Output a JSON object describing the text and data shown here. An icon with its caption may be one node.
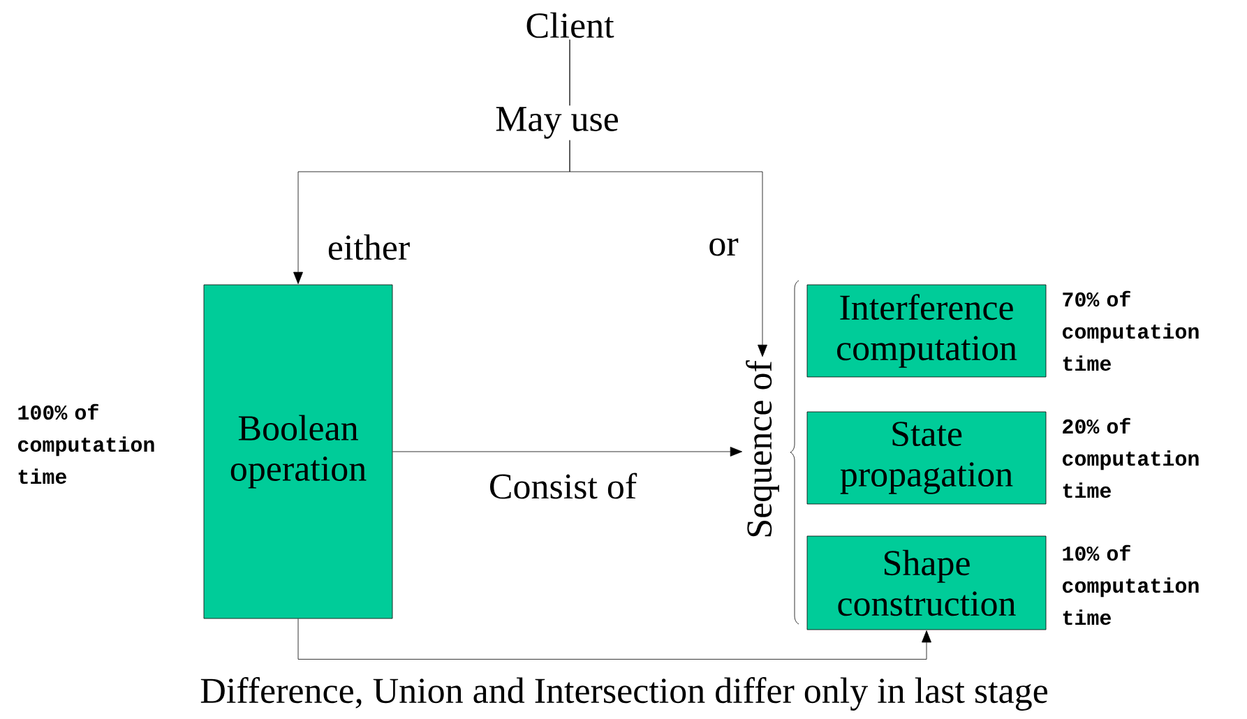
{
  "diagram": {
    "caption": "Difference, Union and Intersection differ only in last stage",
    "nodes": [
      {
        "text": [
          "Client"
        ]
      },
      {
        "text": [
          "Boolean operation"
        ],
        "beside": [
          "100% of computation time"
        ]
      },
      {
        "text": [
          "Sequence of"
        ]
      },
      {
        "text": [
          "Interference computation"
        ],
        "beside": [
          "70% of computation time"
        ]
      },
      {
        "text": [
          "State propagation"
        ],
        "beside": [
          "20% of computation time"
        ]
      },
      {
        "text": [
          "Shape construction"
        ],
        "beside": [
          "10% of computation time"
        ]
      }
    ],
    "edges": [
      {
        "from": 0,
        "to": 1,
        "arrow": "to",
        "label": "either"
      },
      {
        "from": 0,
        "to": 2,
        "arrow": "to",
        "label": "or"
      },
      {
        "from": 1,
        "to": 2,
        "arrow": "to",
        "label": "Consist of"
      },
      {
        "from": 1,
        "to": 5,
        "arrow": "to"
      }
    ],
    "labels": [
      "May use"
    ]
  }
}
